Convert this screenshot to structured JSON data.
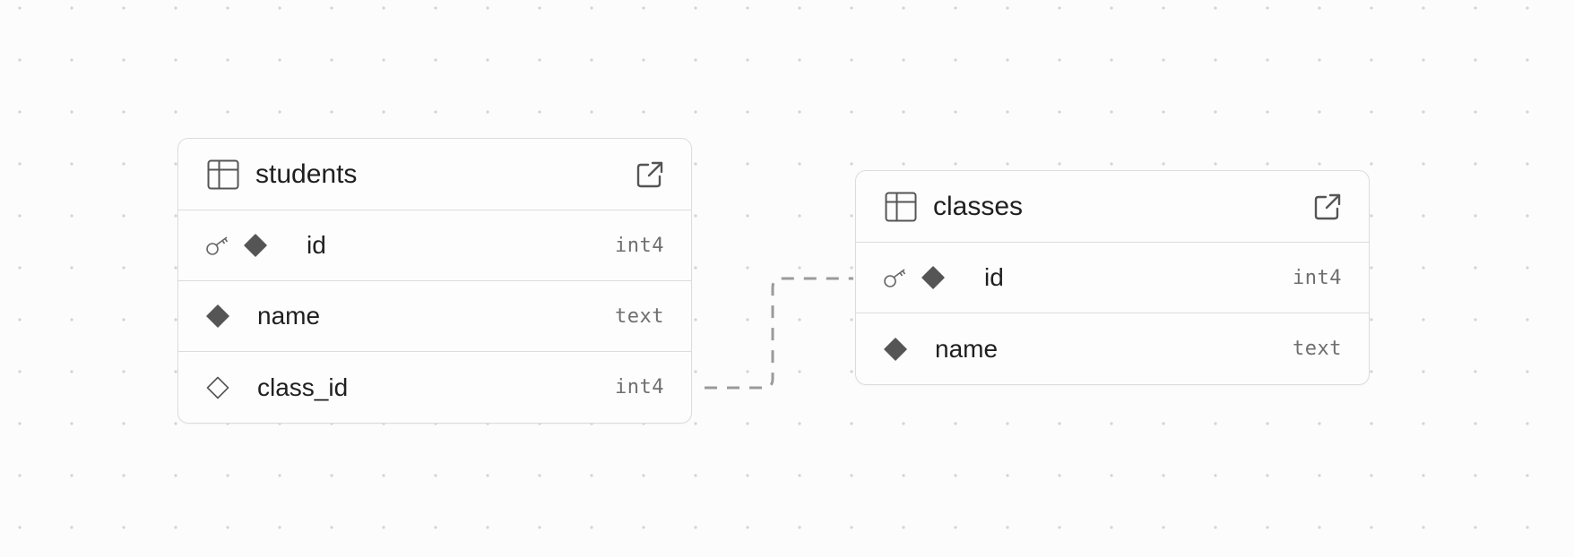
{
  "tables": {
    "students": {
      "name": "students",
      "columns": [
        {
          "name": "id",
          "type": "int4",
          "primary_key": true,
          "not_null": true
        },
        {
          "name": "name",
          "type": "text",
          "primary_key": false,
          "not_null": true
        },
        {
          "name": "class_id",
          "type": "int4",
          "primary_key": false,
          "not_null": false
        }
      ]
    },
    "classes": {
      "name": "classes",
      "columns": [
        {
          "name": "id",
          "type": "int4",
          "primary_key": true,
          "not_null": true
        },
        {
          "name": "name",
          "type": "text",
          "primary_key": false,
          "not_null": true
        }
      ]
    }
  },
  "relationships": [
    {
      "from": "students.class_id",
      "to": "classes.id",
      "style": "dashed"
    }
  ],
  "icons": {
    "table": "table-icon",
    "open": "external-link-icon",
    "primary_key": "key-icon",
    "not_null": "filled-diamond-icon",
    "nullable": "hollow-diamond-icon"
  },
  "colors": {
    "canvas_background": "#fcfcfc",
    "grid_dot": "#d4d4d4",
    "node_border": "#dcdcdc",
    "icon": "#555555",
    "connector": "#9a9a9a"
  }
}
